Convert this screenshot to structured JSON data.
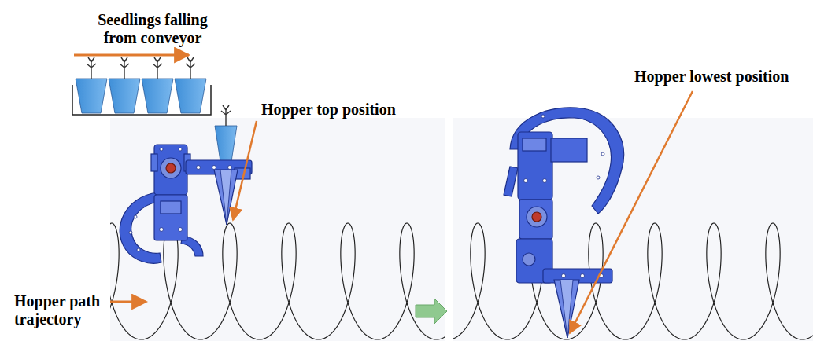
{
  "diagram": {
    "labels": [
      "Seedlings falling from conveyor",
      "Hopper top position",
      "Hopper path trajectory",
      "Hopper lowest position"
    ]
  }
}
